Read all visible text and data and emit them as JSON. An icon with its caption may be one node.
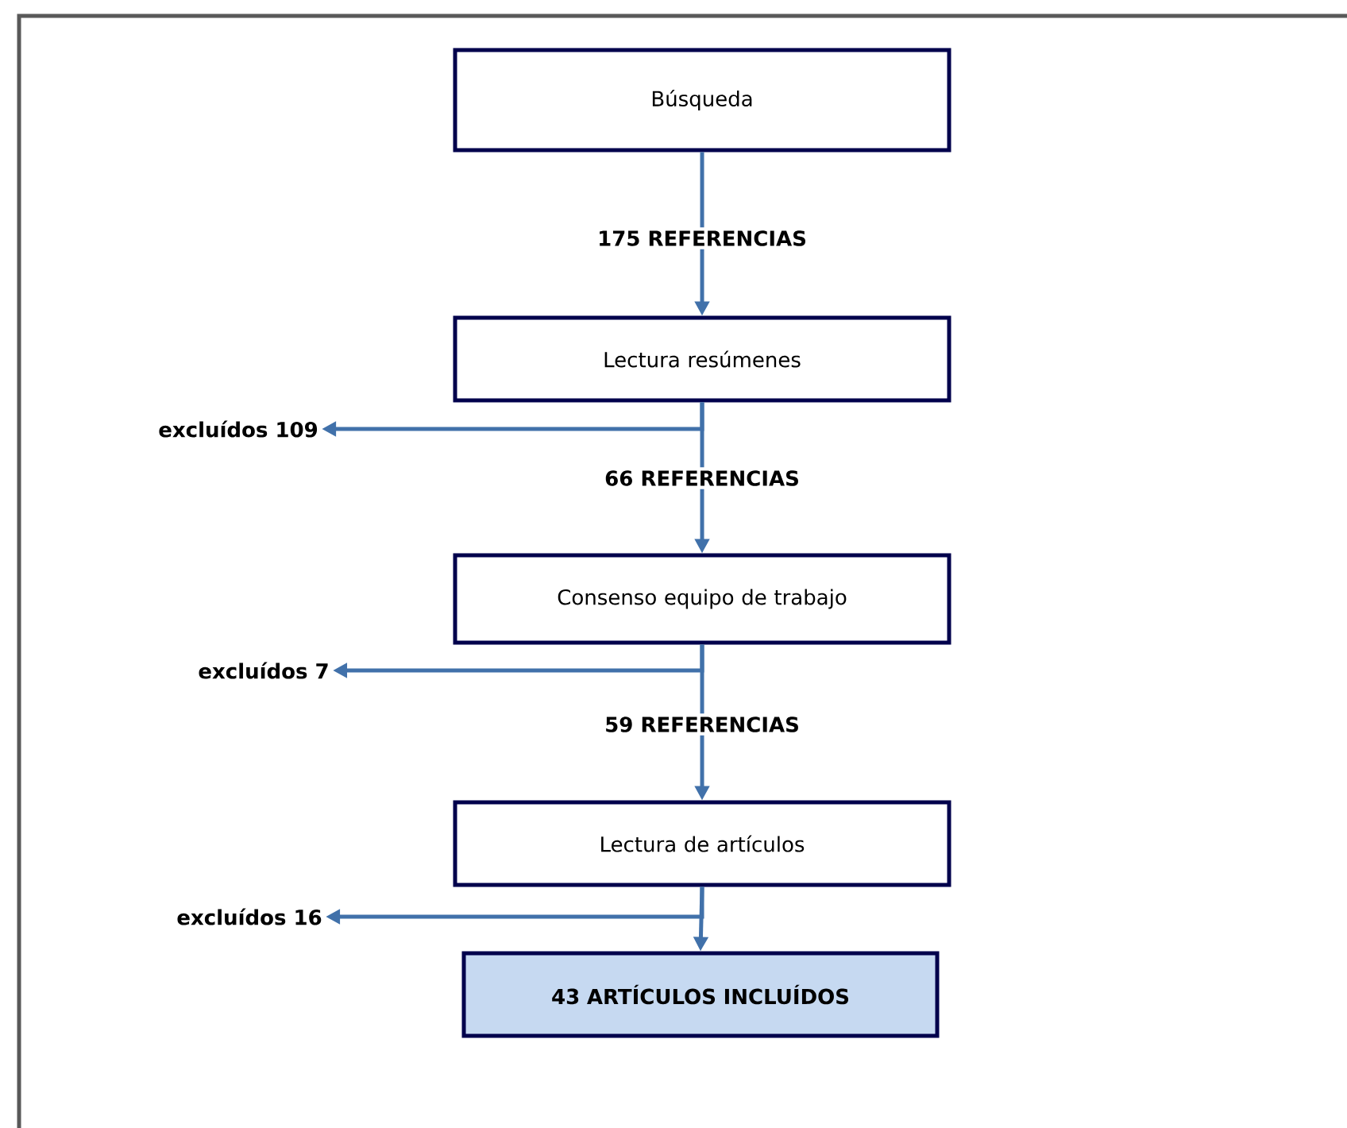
{
  "diagram": {
    "nodes": [
      {
        "text": [
          "Búsqueda"
        ]
      },
      {
        "text": [
          "Lectura resúmenes"
        ]
      },
      {
        "text": [
          "excluídos 109"
        ]
      },
      {
        "text": [
          "Consenso equipo de trabajo"
        ]
      },
      {
        "text": [
          "excluídos 7"
        ]
      },
      {
        "text": [
          "Lectura de artículos"
        ]
      },
      {
        "text": [
          "excluídos 16"
        ]
      },
      {
        "text": [
          "43 ARTÍCULOS INCLUÍDOS"
        ]
      }
    ],
    "edges": [
      {
        "from": 0,
        "to": 1,
        "arrow": "to",
        "label": "175 REFERENCIAS"
      },
      {
        "from": 1,
        "to": 3,
        "arrow": "to",
        "label": "66 REFERENCIAS"
      },
      {
        "from": 1,
        "to": 2,
        "arrow": "to"
      },
      {
        "from": 3,
        "to": 5,
        "arrow": "to",
        "label": "59 REFERENCIAS"
      },
      {
        "from": 3,
        "to": 4,
        "arrow": "to"
      },
      {
        "from": 5,
        "to": 7,
        "arrow": "to"
      },
      {
        "from": 5,
        "to": 6,
        "arrow": "to"
      }
    ]
  }
}
